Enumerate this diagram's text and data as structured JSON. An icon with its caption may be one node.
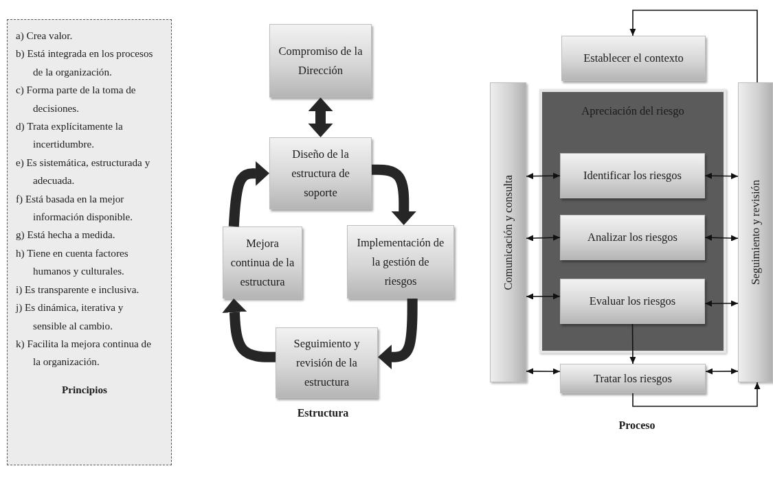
{
  "diagram": {
    "nodes": [
      {
        "text": [
          "a) Crea valor.",
          "b) Está integrada en los procesos de la organización.",
          "c) Forma parte de la toma de decisiones.",
          "d) Trata explícitamente la incertidumbre.",
          "e) Es sistemática, estructurada y adecuada.",
          "f) Está basada en la mejor información disponible.",
          "g) Está hecha a medida.",
          "h) Tiene en cuenta factores humanos y culturales.",
          "i) Es transparente e inclusiva.",
          "j) Es dinámica, iterativa y sensible al cambio.",
          "k) Facilita la mejora continua de la organización.",
          "Principios"
        ]
      },
      {
        "text": [
          "Compromiso de la Dirección"
        ]
      },
      {
        "text": [
          "Diseño de la estructura de soporte"
        ]
      },
      {
        "text": [
          "Implementación de la gestión de riesgos"
        ]
      },
      {
        "text": [
          "Seguimiento y revisión de la estructura"
        ]
      },
      {
        "text": [
          "Mejora continua de la estructura"
        ]
      },
      {
        "text": [
          "Establecer el contexto"
        ]
      },
      {
        "text": [
          "Comunicación y consulta"
        ]
      },
      {
        "text": [
          "Apreciación del riesgo"
        ]
      },
      {
        "text": [
          "Identificar los riesgos"
        ],
        "in": 8
      },
      {
        "text": [
          "Analizar los riesgos"
        ],
        "in": 8
      },
      {
        "text": [
          "Evaluar los riesgos"
        ],
        "in": 8
      },
      {
        "text": [
          "Tratar los riesgos"
        ]
      },
      {
        "text": [
          "Seguimiento y revisión"
        ]
      }
    ],
    "edges": [
      {
        "from": 1,
        "to": 2,
        "arrow": "both",
        "style": "thick"
      },
      {
        "from": 2,
        "to": 3,
        "arrow": "to",
        "style": "thick"
      },
      {
        "from": 3,
        "to": 4,
        "arrow": "to",
        "style": "thick"
      },
      {
        "from": 4,
        "to": 5,
        "arrow": "to",
        "style": "thick"
      },
      {
        "from": 5,
        "to": 2,
        "arrow": "to",
        "style": "thick"
      },
      {
        "from": 13,
        "to": 6,
        "arrow": "to"
      },
      {
        "from": 7,
        "to": 9,
        "arrow": "both"
      },
      {
        "from": 7,
        "to": 10,
        "arrow": "both"
      },
      {
        "from": 7,
        "to": 11,
        "arrow": "both"
      },
      {
        "from": 7,
        "to": 12,
        "arrow": "both"
      },
      {
        "from": 9,
        "to": 13,
        "arrow": "both"
      },
      {
        "from": 10,
        "to": 13,
        "arrow": "both"
      },
      {
        "from": 11,
        "to": 13,
        "arrow": "both"
      },
      {
        "from": 12,
        "to": 13,
        "arrow": "both"
      },
      {
        "from": 11,
        "to": 12,
        "arrow": "to"
      },
      {
        "from": 12,
        "to": 13,
        "arrow": "to"
      }
    ],
    "labels": [
      "Estructura",
      "Proceso"
    ]
  }
}
